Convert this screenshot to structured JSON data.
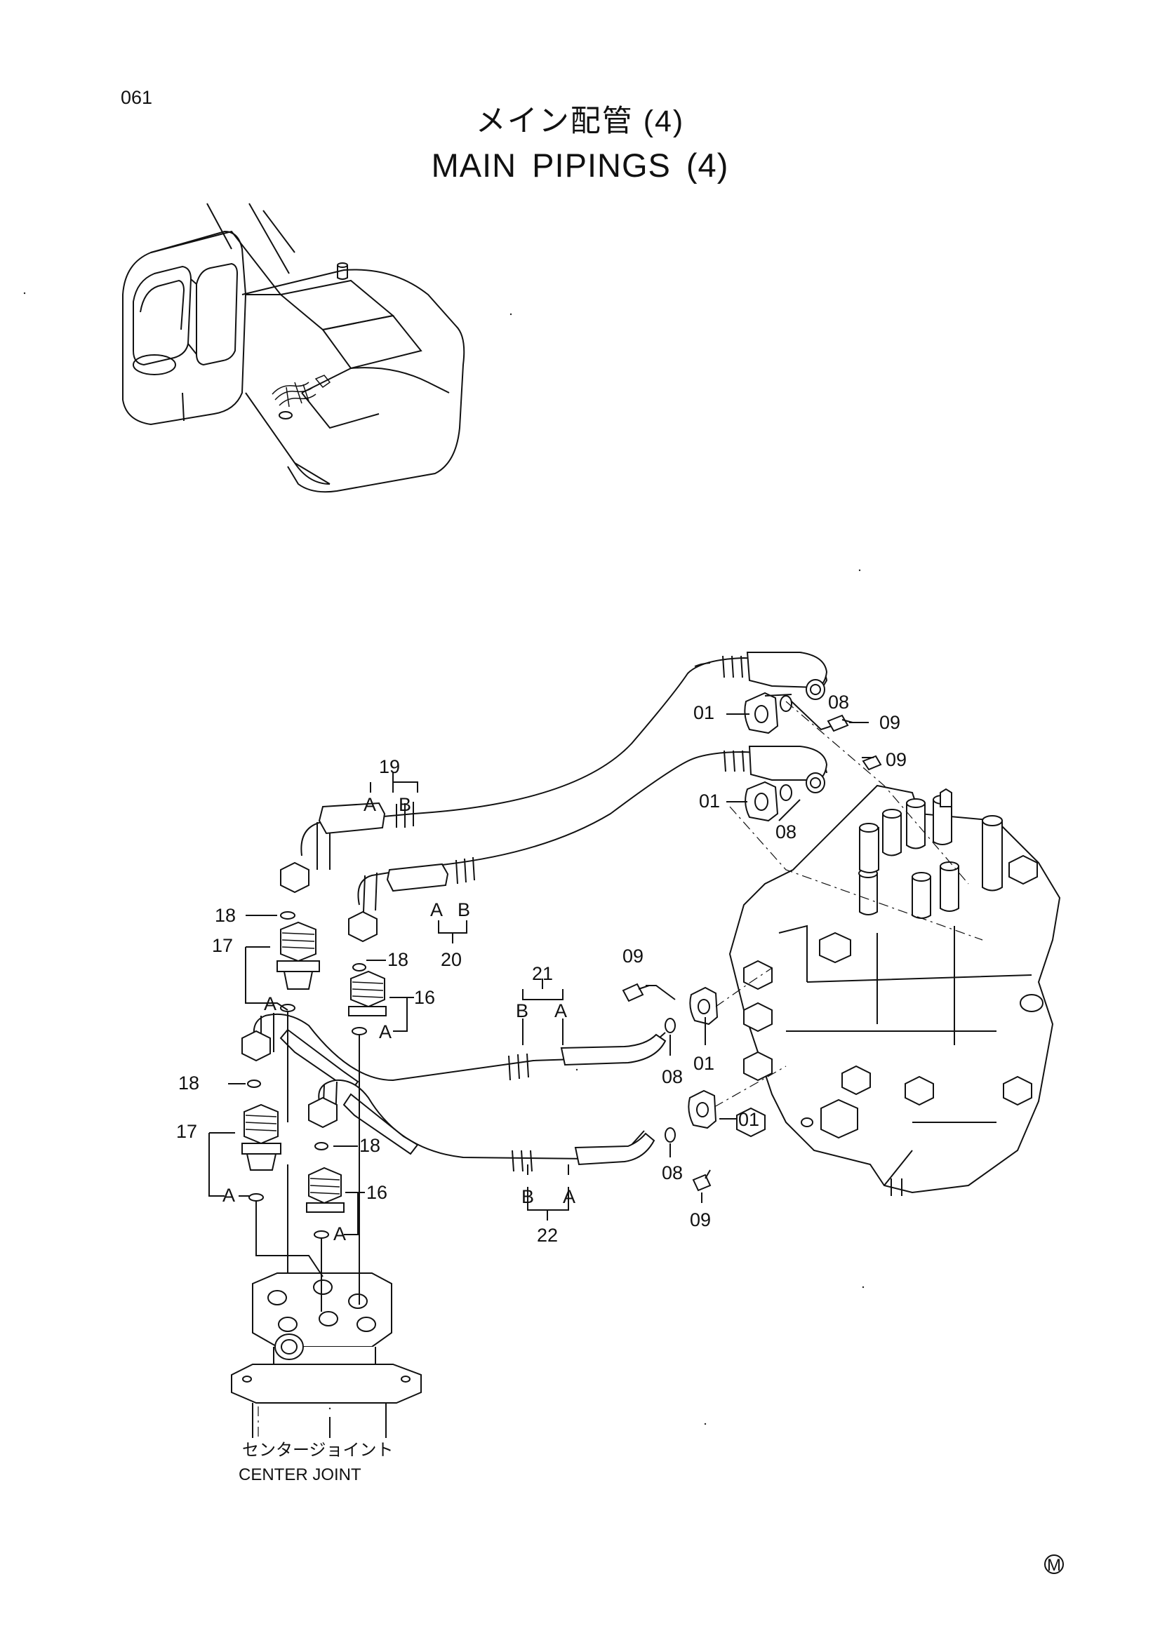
{
  "page_number": "061",
  "title": {
    "japanese": "メイン配管 (4)",
    "english": "MAIN  PIPINGS (4)"
  },
  "callouts": [
    {
      "label": "19",
      "part": "hose"
    },
    {
      "label": "20",
      "part": "hose"
    },
    {
      "label": "21",
      "part": "hose"
    },
    {
      "label": "22",
      "part": "hose"
    },
    {
      "label": "01",
      "part": "flange"
    },
    {
      "label": "08",
      "part": "o-ring"
    },
    {
      "label": "09",
      "part": "bolt"
    },
    {
      "label": "16",
      "part": "adapter"
    },
    {
      "label": "17",
      "part": "adapter"
    },
    {
      "label": "18",
      "part": "o-ring"
    }
  ],
  "end_labels": [
    "A",
    "B"
  ],
  "caption": {
    "japanese": "センタージョイント",
    "english": "CENTER JOINT"
  },
  "footer_mark": "M"
}
